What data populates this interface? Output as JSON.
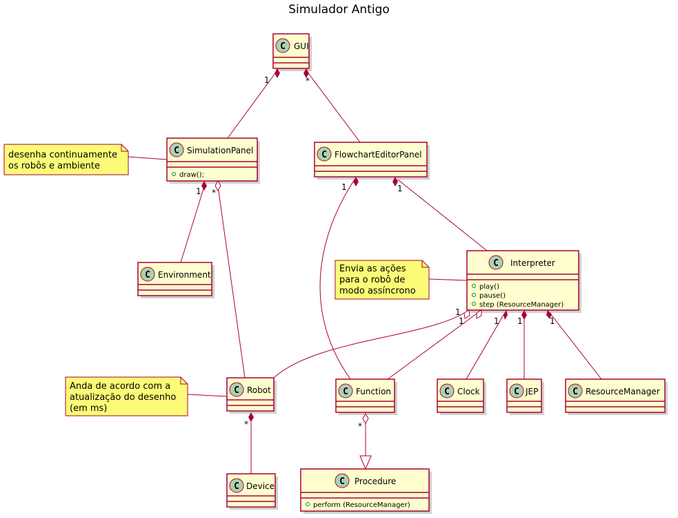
{
  "title": "Simulador Antigo",
  "colors": {
    "class_fill": "#FEFECE",
    "border": "#A80036",
    "note_fill": "#FBFB77",
    "icon_fill": "#ADD1B2"
  },
  "class_icon_letter": "C",
  "classes": {
    "gui": {
      "name": "GUI",
      "members": []
    },
    "simulation_panel": {
      "name": "SimulationPanel",
      "members": [
        "draw();"
      ]
    },
    "flowchart_editor_panel": {
      "name": "FlowchartEditorPanel",
      "members": []
    },
    "environment": {
      "name": "Environment",
      "members": []
    },
    "interpreter": {
      "name": "Interpreter",
      "members": [
        "play()",
        "pause()",
        "step (ResourceManager)"
      ]
    },
    "robot": {
      "name": "Robot",
      "members": []
    },
    "function": {
      "name": "Function",
      "members": []
    },
    "clock": {
      "name": "Clock",
      "members": []
    },
    "jep": {
      "name": "JEP",
      "members": []
    },
    "resource_manager": {
      "name": "ResourceManager",
      "members": []
    },
    "device": {
      "name": "Device",
      "members": []
    },
    "procedure": {
      "name": "Procedure",
      "members": [
        "perform (ResourceManager)"
      ]
    }
  },
  "notes": {
    "simulation_panel_note": [
      "desenha continuamente",
      "os robôs e ambiente"
    ],
    "interpreter_note": [
      "Envia as ações",
      "para o robô de",
      "modo assíncrono"
    ],
    "robot_note": [
      "Anda de acordo com a",
      "atualização do desenho",
      "(em ms)"
    ]
  },
  "relations": [
    {
      "from": "GUI",
      "to": "SimulationPanel",
      "type": "composition",
      "multiplicity": "1"
    },
    {
      "from": "GUI",
      "to": "FlowchartEditorPanel",
      "type": "composition",
      "multiplicity": "*"
    },
    {
      "from": "SimulationPanel",
      "to": "Environment",
      "type": "composition",
      "multiplicity": "1"
    },
    {
      "from": "SimulationPanel",
      "to": "Robot",
      "type": "aggregation",
      "multiplicity": "*"
    },
    {
      "from": "FlowchartEditorPanel",
      "to": "Function",
      "type": "composition",
      "multiplicity": "1"
    },
    {
      "from": "FlowchartEditorPanel",
      "to": "Interpreter",
      "type": "composition",
      "multiplicity": "1"
    },
    {
      "from": "Interpreter",
      "to": "Robot",
      "type": "aggregation",
      "multiplicity": "1"
    },
    {
      "from": "Interpreter",
      "to": "Function",
      "type": "aggregation",
      "multiplicity": "1"
    },
    {
      "from": "Interpreter",
      "to": "Clock",
      "type": "composition",
      "multiplicity": "1"
    },
    {
      "from": "Interpreter",
      "to": "JEP",
      "type": "composition",
      "multiplicity": "1"
    },
    {
      "from": "Interpreter",
      "to": "ResourceManager",
      "type": "composition",
      "multiplicity": "1"
    },
    {
      "from": "Robot",
      "to": "Device",
      "type": "composition",
      "multiplicity": "*"
    },
    {
      "from": "Function",
      "to": "Procedure",
      "type": "aggregation",
      "multiplicity": "*"
    },
    {
      "from": "Function",
      "to": "Procedure",
      "type": "generalization",
      "multiplicity": ""
    }
  ]
}
